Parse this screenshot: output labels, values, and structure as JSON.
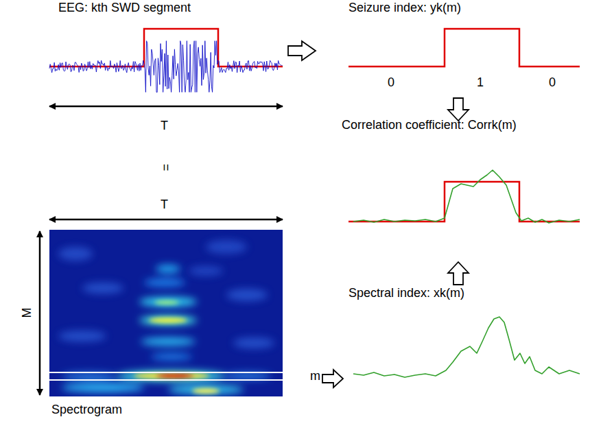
{
  "diagram": {
    "labels": [
      "EEG: kth SWD segment",
      "Seizure index: yk(m)",
      "T",
      "0",
      "1",
      "0",
      "=",
      "Correlation coefficient: Corrk(m)",
      "T",
      "M",
      "Spectral index: xk(m)",
      "m",
      "Spectrogram"
    ]
  }
}
